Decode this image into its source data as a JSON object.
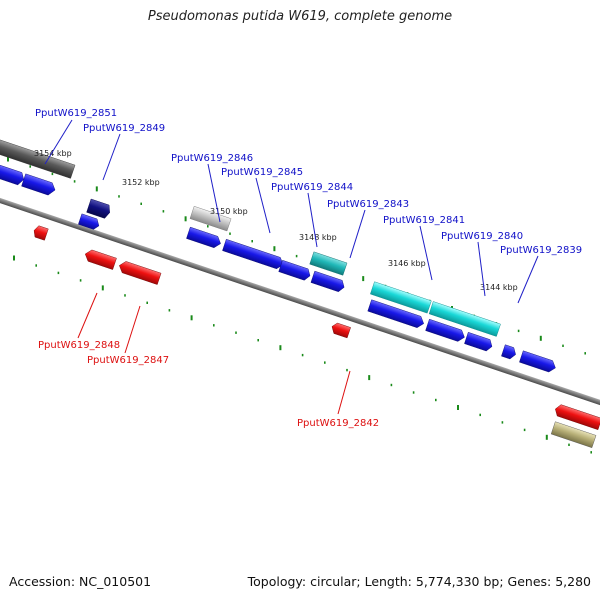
{
  "title": "Pseudomonas putida W619, complete genome",
  "footer": {
    "accession": "Accession: NC_010501",
    "summary": "Topology: circular; Length: 5,774,330 bp; Genes: 5,280"
  },
  "colors": {
    "plus_strand": "#1010dd",
    "minus_strand": "#ee1111",
    "label_plus": "#1010c8",
    "label_minus": "#dd1010",
    "backbone": "#777777",
    "tick": "#1a8a1a",
    "cyan": "#1ad8d8",
    "teal": "#20b8b8",
    "gray": "#c0c0c0",
    "dark_gray": "#5a5a5a",
    "navy": "#101080",
    "olive": "#b8b078"
  },
  "scale_labels": [
    "3154 kbp",
    "3152 kbp",
    "3150 kbp",
    "3148 kbp",
    "3146 kbp",
    "3144 kbp"
  ],
  "gene_labels": [
    {
      "text": "PputW619_2851",
      "strand": "plus"
    },
    {
      "text": "PputW619_2849",
      "strand": "plus"
    },
    {
      "text": "PputW619_2846",
      "strand": "plus"
    },
    {
      "text": "PputW619_2845",
      "strand": "plus"
    },
    {
      "text": "PputW619_2844",
      "strand": "plus"
    },
    {
      "text": "PputW619_2843",
      "strand": "plus"
    },
    {
      "text": "PputW619_2841",
      "strand": "plus"
    },
    {
      "text": "PputW619_2840",
      "strand": "plus"
    },
    {
      "text": "PputW619_2839",
      "strand": "plus"
    },
    {
      "text": "PputW619_2848",
      "strand": "minus"
    },
    {
      "text": "PputW619_2847",
      "strand": "minus"
    },
    {
      "text": "PputW619_2842",
      "strand": "minus"
    }
  ]
}
